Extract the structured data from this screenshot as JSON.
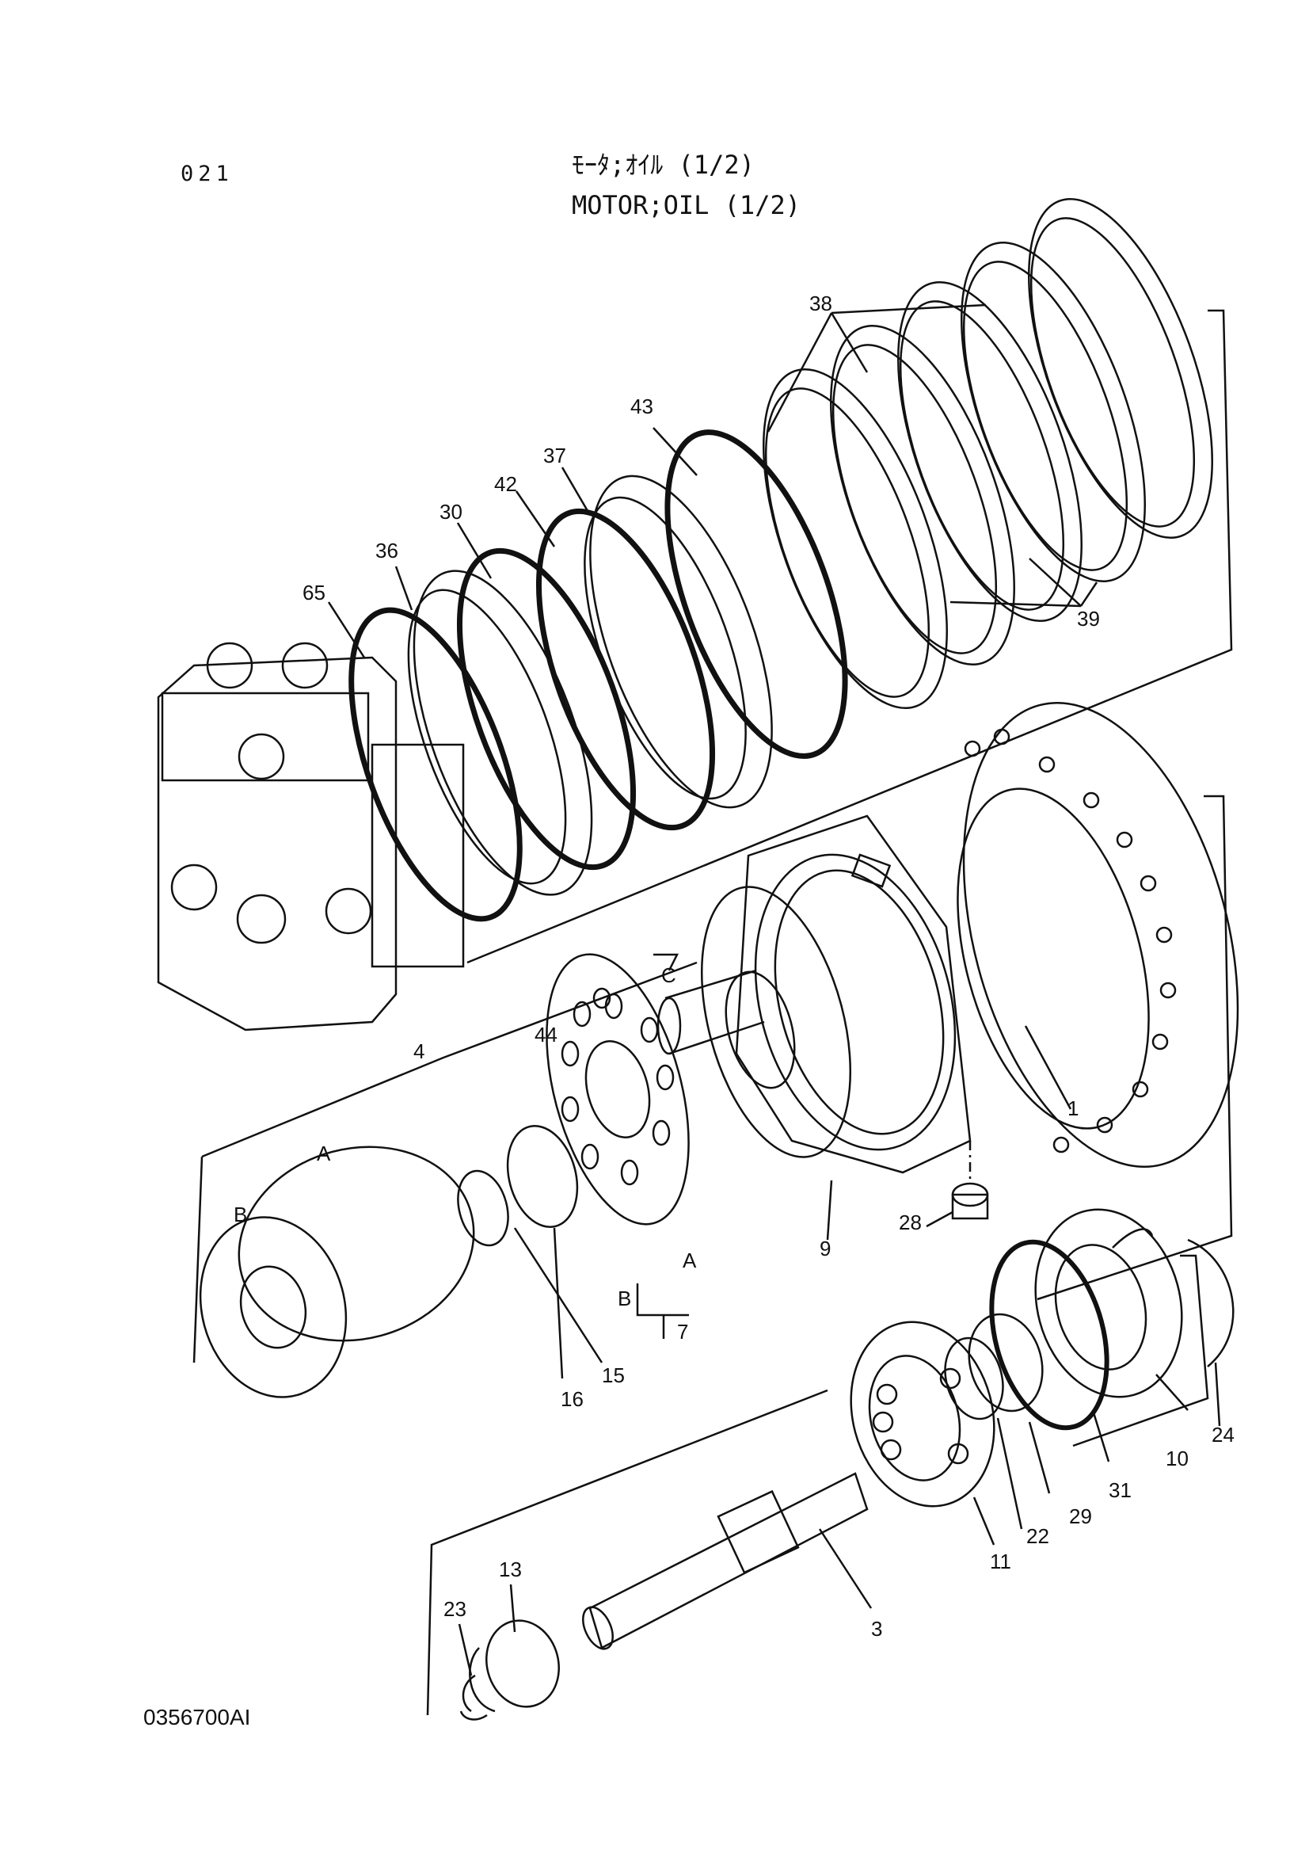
{
  "header": {
    "page_number": "021",
    "title_jp": "ﾓｰﾀ;ｵｲﾙ (1/2)",
    "title_en": "MOTOR;OIL (1/2)"
  },
  "footer": {
    "drawing_code": "0356700AI"
  },
  "callouts": {
    "p38": "38",
    "p39": "39",
    "p43": "43",
    "p37": "37",
    "p42": "42",
    "p30": "30",
    "p36": "36",
    "p65": "65",
    "p1": "1",
    "pC": "C",
    "p44": "44",
    "p4": "4",
    "pA1": "A",
    "pB1": "B",
    "p9": "9",
    "p28": "28",
    "pA2": "A",
    "pB2": "B",
    "p7": "7",
    "p15": "15",
    "p16": "16",
    "p24": "24",
    "p10": "10",
    "p31": "31",
    "p29": "29",
    "p22": "22",
    "p11": "11",
    "p3": "3",
    "p13": "13",
    "p23": "23"
  }
}
